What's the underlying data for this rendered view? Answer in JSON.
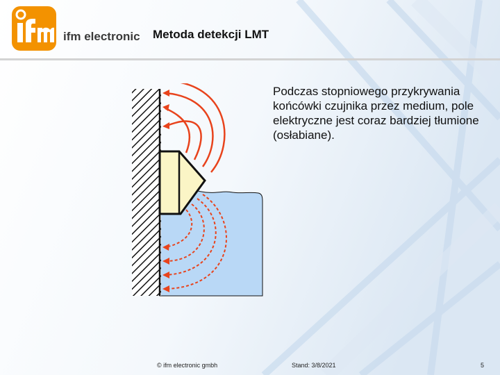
{
  "brand": {
    "name": "ifm electronic",
    "logo_text": "ifm"
  },
  "slide": {
    "title": "Metoda detekcji LMT",
    "description": "Podczas stopniowego przykrywania końcówki czujnika przez medium, pole elektryczne jest coraz bardziej tłumione (osłabiane)."
  },
  "footer": {
    "copyright": "©   ifm electronic gmbh",
    "stand": "Stand: 3/8/2021",
    "page": "5"
  },
  "colors": {
    "logo_orange": "#f39200",
    "field_lines": "#e8431c",
    "medium": "#b9d8f6",
    "sensor_body": "#fbf5c6",
    "background_lines": "#c5d8ec"
  },
  "icons": {
    "logo": "ifm-logo-icon"
  }
}
